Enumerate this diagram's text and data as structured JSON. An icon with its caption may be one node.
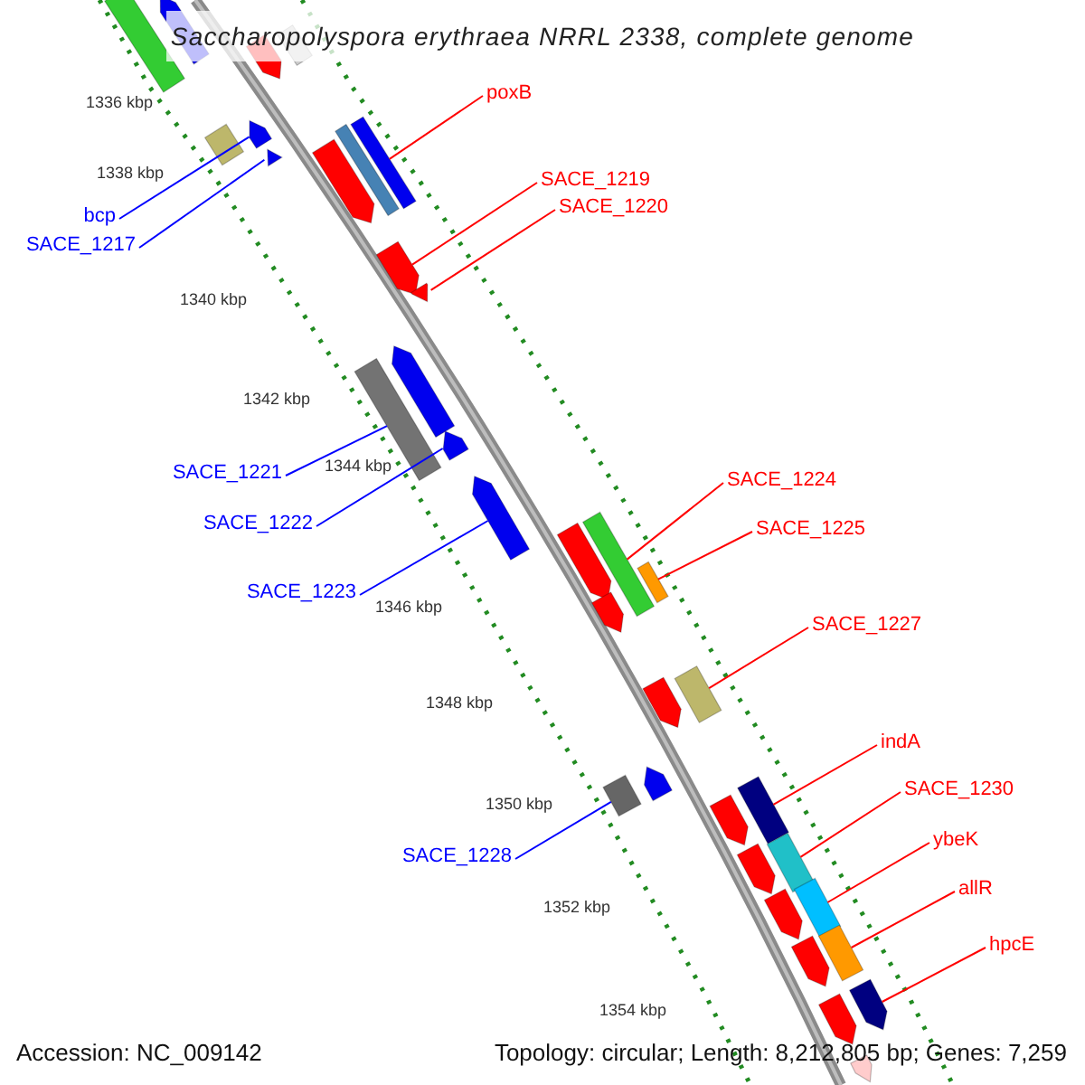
{
  "diagram": {
    "title": "Saccharopolyspora erythraea NRRL 2338, complete genome",
    "nodes": [
      {
        "text": [
          "poxB"
        ]
      },
      {
        "text": [
          "SACE_1219"
        ]
      },
      {
        "text": [
          "SACE_1220"
        ]
      },
      {
        "text": [
          "bcp"
        ]
      },
      {
        "text": [
          "SACE_1217"
        ]
      },
      {
        "text": [
          "SACE_1221"
        ]
      },
      {
        "text": [
          "SACE_1224"
        ]
      },
      {
        "text": [
          "SACE_1222"
        ]
      },
      {
        "text": [
          "SACE_1225"
        ]
      },
      {
        "text": [
          "SACE_1223"
        ]
      },
      {
        "text": [
          "SACE_1227"
        ]
      },
      {
        "text": [
          "indA"
        ]
      },
      {
        "text": [
          "SACE_1230"
        ]
      },
      {
        "text": [
          "ybeK"
        ]
      },
      {
        "text": [
          "SACE_1228"
        ]
      },
      {
        "text": [
          "allR"
        ]
      },
      {
        "text": [
          "hpcE"
        ]
      },
      {
        "text": [],
        "shape": "bar"
      },
      {
        "text": [],
        "shape": "bar"
      },
      {
        "text": [],
        "shape": "bar"
      },
      {
        "text": [],
        "shape": "bar"
      },
      {
        "text": [],
        "shape": "bar"
      },
      {
        "text": [],
        "shape": "bar"
      },
      {
        "text": [],
        "shape": "bar"
      },
      {
        "text": [],
        "shape": "bar"
      },
      {
        "text": [],
        "shape": "bar"
      },
      {
        "text": [],
        "shape": "bar"
      },
      {
        "text": [],
        "shape": "bar"
      },
      {
        "text": [],
        "shape": "bar"
      },
      {
        "text": [],
        "shape": "bar"
      },
      {
        "text": [],
        "shape": "bar"
      },
      {
        "text": [],
        "shape": "bar"
      },
      {
        "text": [],
        "shape": "bar"
      },
      {
        "text": [],
        "shape": "bar"
      },
      {
        "text": [],
        "shape": "bar"
      },
      {
        "text": [],
        "shape": "bar"
      },
      {
        "text": [],
        "shape": "bar"
      },
      {
        "text": [],
        "shape": "bar"
      },
      {
        "text": [],
        "shape": "bar"
      },
      {
        "text": [],
        "shape": "bar"
      },
      {
        "text": [],
        "shape": "bar"
      },
      {
        "text": [],
        "shape": "bar"
      },
      {
        "text": [],
        "shape": "bar"
      },
      {
        "text": [],
        "shape": "bar"
      },
      {
        "text": [],
        "shape": "bar"
      },
      {
        "text": [],
        "shape": "bar"
      },
      {
        "text": [],
        "shape": "bar"
      },
      {
        "text": [],
        "shape": "bar"
      },
      {
        "text": [],
        "shape": "bar"
      },
      {
        "text": [],
        "shape": "bar"
      },
      {
        "text": [],
        "shape": "bar"
      },
      {
        "text": [],
        "shape": "bar"
      }
    ],
    "edges": [
      {
        "from": 0,
        "to": 24,
        "arrow": "none"
      },
      {
        "from": 1,
        "to": 27,
        "arrow": "none"
      },
      {
        "from": 2,
        "to": 28,
        "arrow": "none"
      },
      {
        "from": 3,
        "to": 21,
        "arrow": "none",
        "color": "#0000ff"
      },
      {
        "from": 4,
        "to": 23,
        "arrow": "none",
        "color": "#0000ff"
      },
      {
        "from": 5,
        "to": 30,
        "arrow": "none",
        "color": "#0000ff"
      },
      {
        "from": 6,
        "to": 34,
        "arrow": "none"
      },
      {
        "from": 7,
        "to": 31,
        "arrow": "none",
        "color": "#0000ff"
      },
      {
        "from": 8,
        "to": 35,
        "arrow": "none"
      },
      {
        "from": 9,
        "to": 32,
        "arrow": "none",
        "color": "#0000ff"
      },
      {
        "from": 10,
        "to": 37,
        "arrow": "none"
      },
      {
        "from": 11,
        "to": 41,
        "arrow": "none"
      },
      {
        "from": 12,
        "to": 43,
        "arrow": "none"
      },
      {
        "from": 13,
        "to": 45,
        "arrow": "none"
      },
      {
        "from": 14,
        "to": 40,
        "arrow": "none",
        "color": "#0000ff"
      },
      {
        "from": 15,
        "to": 47,
        "arrow": "none"
      },
      {
        "from": 16,
        "to": 49,
        "arrow": "none"
      }
    ],
    "labels": [
      "1336 kbp",
      "1338 kbp",
      "1340 kbp",
      "1342 kbp",
      "1344 kbp",
      "1346 kbp",
      "1348 kbp",
      "1350 kbp",
      "1352 kbp",
      "1354 kbp",
      "Accession: NC_009142",
      "Topology: circular; Length: 8,212,805 bp; Genes: 7,259"
    ]
  }
}
